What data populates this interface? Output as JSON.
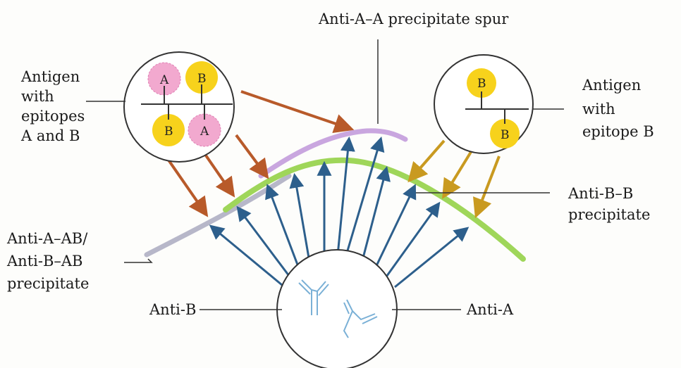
{
  "labels": {
    "spur": "Anti-A–A precipitate spur",
    "antigen_ab": [
      "Antigen",
      "with",
      "epitopes",
      "A and B"
    ],
    "antigen_b": [
      "Antigen",
      "with",
      "epitope B"
    ],
    "anti_b_b": [
      "Anti-B–B",
      "precipitate"
    ],
    "anti_ab": [
      "Anti-A–AB/",
      "Anti-B–AB",
      "precipitate"
    ],
    "anti_b": "Anti-B",
    "anti_a": "Anti-A"
  },
  "epitopes": {
    "left": [
      "A",
      "B",
      "B",
      "A"
    ],
    "right": [
      "B",
      "B"
    ]
  },
  "colors": {
    "epitope_a": "#f2a9cf",
    "epitope_b": "#f7d21c",
    "green_band": "#9fd65a",
    "purple_band": "#c9a6df",
    "gray_band": "#b7b7c9",
    "antibody_arrow": "#2d5f8c",
    "left_antigen_arrow": "#b85a2a",
    "right_antigen_arrow": "#c99a20"
  }
}
